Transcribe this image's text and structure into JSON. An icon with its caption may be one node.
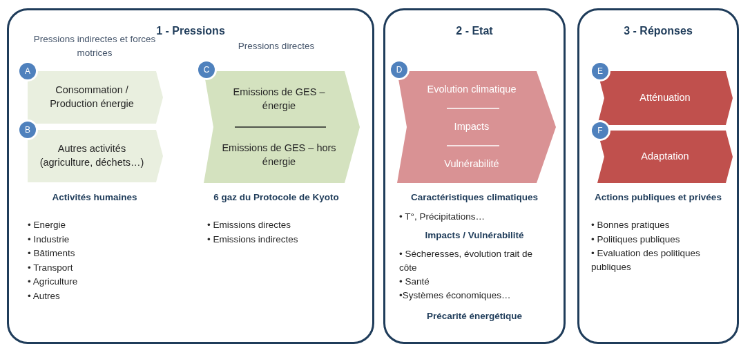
{
  "diagram": {
    "nodes": [
      {
        "text": [
          "1 - Pressions"
        ]
      },
      {
        "text": [
          "A"
        ],
        "in": 0
      },
      {
        "text": [
          "Consommation / Production énergie"
        ],
        "in": 0
      },
      {
        "text": [
          "B"
        ],
        "in": 0
      },
      {
        "text": [
          "Autres  activités (agriculture, déchets…)"
        ],
        "in": 0
      },
      {
        "text": [
          "C"
        ],
        "in": 0
      },
      {
        "text": [
          "Emissions de GES – énergie",
          "Emissions de GES – hors énergie"
        ],
        "in": 0
      },
      {
        "text": [
          "2 - Etat"
        ]
      },
      {
        "text": [
          "D"
        ],
        "in": 7
      },
      {
        "text": [
          "Evolution climatique",
          "Impacts",
          "Vulnérabilité"
        ],
        "in": 7
      },
      {
        "text": [
          "3 - Réponses"
        ]
      },
      {
        "text": [
          "E"
        ],
        "in": 10
      },
      {
        "text": [
          "Atténuation"
        ],
        "in": 10
      },
      {
        "text": [
          "F"
        ],
        "in": 10
      },
      {
        "text": [
          "Adaptation"
        ],
        "in": 10
      }
    ],
    "labels": [
      "Pressions indirectes et forces motrices",
      "Pressions directes",
      "Activités humaines",
      "• Energie",
      "• Industrie",
      "• Bâtiments",
      "• Transport",
      "• Agriculture",
      "• Autres",
      "6 gaz du Protocole de Kyoto",
      "• Emissions directes",
      "• Emissions indirectes",
      "Caractéristiques climatiques",
      "• T°, Précipitations…",
      "Impacts / Vulnérabilité",
      "• Sécheresses, évolution trait de côte",
      "• Santé",
      "•Systèmes économiques…",
      "Précarité énergétique",
      "Actions publiques et privées",
      "• Bonnes pratiques",
      "• Politiques publiques",
      "• Evaluation des politiques publiques"
    ]
  }
}
